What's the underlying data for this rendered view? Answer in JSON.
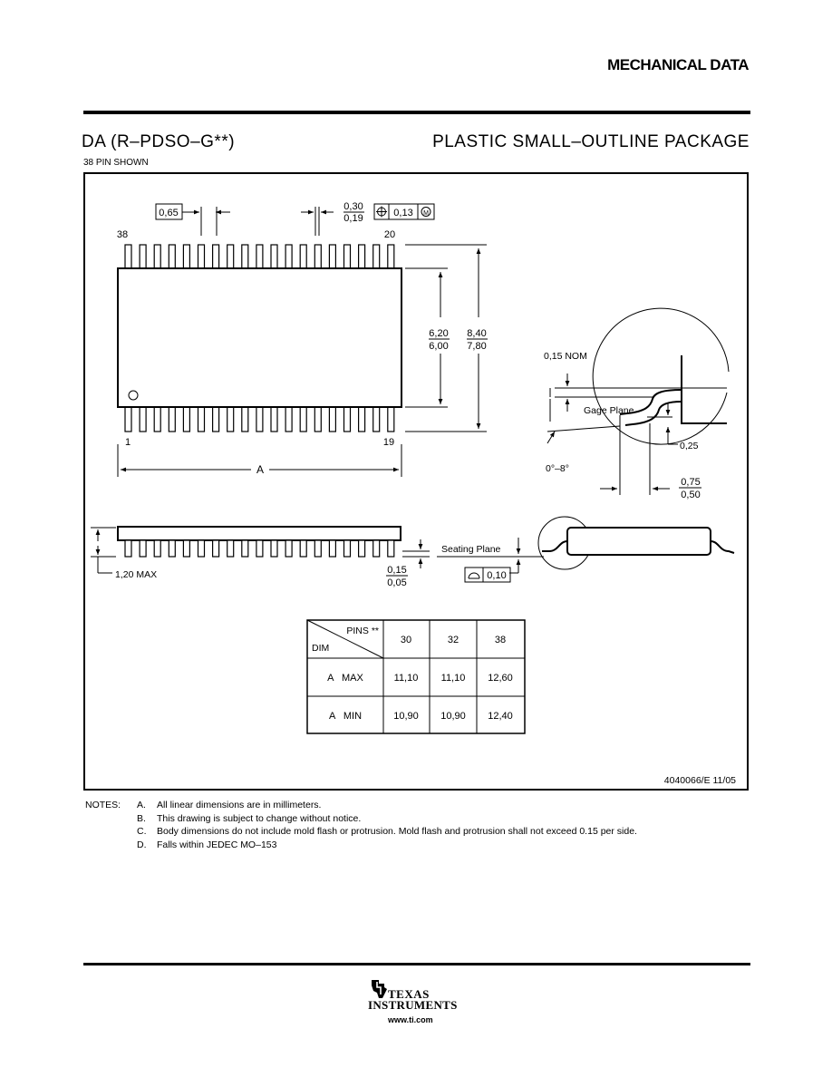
{
  "header": {
    "title": "MECHANICAL DATA"
  },
  "package": {
    "name": "DA (R–PDSO–G**)",
    "description": "PLASTIC SMALL–OUTLINE PACKAGE",
    "pins_shown": "38 PIN SHOWN"
  },
  "drawing": {
    "pin_pitch": "0,65",
    "lead_width_max": "0,30",
    "lead_width_min": "0,19",
    "position_tol": "0,13",
    "pin_38": "38",
    "pin_20": "20",
    "pin_1": "1",
    "pin_19": "19",
    "body_width_max": "6,20",
    "body_width_min": "6,00",
    "total_width_max": "8,40",
    "total_width_min": "7,80",
    "dim_a": "A",
    "nom_015": "0,15 NOM",
    "gage_plane": "Gage Plane",
    "gage_025": "0,25",
    "angle": "0°–8°",
    "foot_max": "0,75",
    "foot_min": "0,50",
    "seating_plane": "Seating Plane",
    "coplanarity": "0,10",
    "height_max": "1,20 MAX",
    "standoff_max": "0,15",
    "standoff_min": "0,05",
    "drawing_number": "4040066/E 11/05"
  },
  "table": {
    "corner_pins": "PINS **",
    "corner_dim": "DIM",
    "columns": [
      "30",
      "32",
      "38"
    ],
    "rows": [
      {
        "label": "A   MAX",
        "values": [
          "11,10",
          "11,10",
          "12,60"
        ]
      },
      {
        "label": "A   MIN",
        "values": [
          "10,90",
          "10,90",
          "12,40"
        ]
      }
    ]
  },
  "notes": {
    "label": "NOTES:",
    "items": [
      {
        "letter": "A.",
        "text": "All linear dimensions are in millimeters."
      },
      {
        "letter": "B.",
        "text": "This drawing is subject to change without notice."
      },
      {
        "letter": "C.",
        "text": "Body dimensions do not include mold flash or protrusion. Mold flash and protrusion shall not exceed 0.15 per side."
      },
      {
        "letter": "D.",
        "text": "Falls within JEDEC MO–153"
      }
    ]
  },
  "footer": {
    "brand_line1": "TEXAS",
    "brand_line2": "INSTRUMENTS",
    "url": "www.ti.com"
  }
}
